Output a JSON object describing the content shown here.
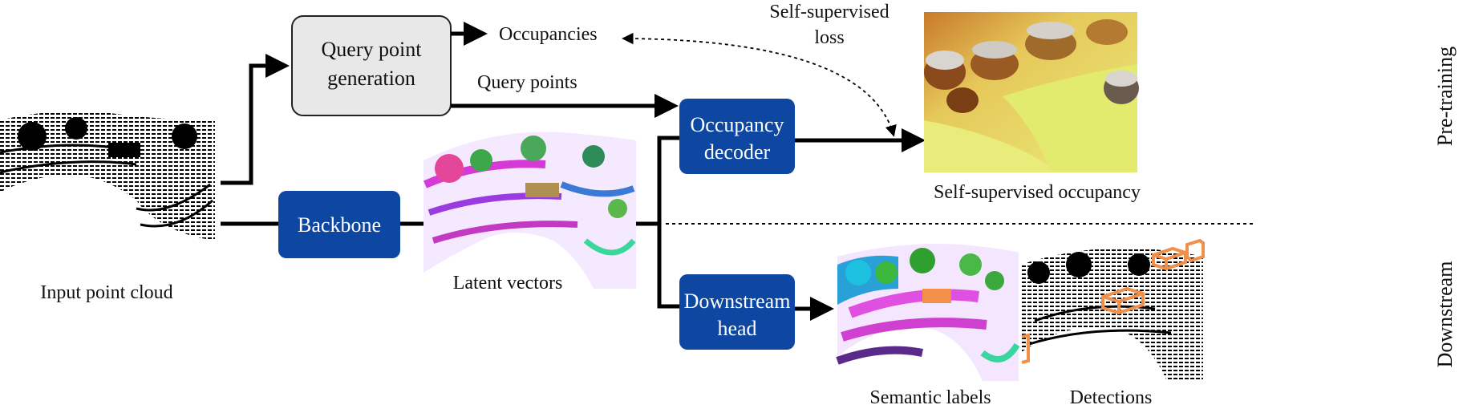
{
  "modules": {
    "query_point_generation": [
      "Query point",
      "generation"
    ],
    "backbone": "Backbone",
    "occupancy_decoder": [
      "Occupancy",
      "decoder"
    ],
    "downstream_head": [
      "Downstream",
      "head"
    ]
  },
  "labels": {
    "input_point_cloud": "Input point cloud",
    "latent_vectors": "Latent vectors",
    "occupancies": "Occupancies",
    "query_points": "Query points",
    "self_supervised_loss": [
      "Self-supervised",
      "loss"
    ],
    "self_supervised_occupancy": "Self-supervised occupancy",
    "semantic_labels": "Semantic labels",
    "detections": "Detections"
  },
  "sections": {
    "pre_training": "Pre-training",
    "downstream": "Downstream"
  },
  "colors": {
    "module_blue": "#0d47a1",
    "module_gray": "#e8e8e8",
    "detection_box": "#f0904a",
    "occupancy_yellow": "#e9ec7a",
    "occupancy_brown": "#8a4a1c"
  },
  "images": {
    "input_point_cloud": "lidar-scan-black",
    "latent_vectors": "lidar-scan-colored-features",
    "self_supervised_occupancy": "rendered-occupancy-surface",
    "semantic_labels": "lidar-scan-semantic-colors",
    "detections": "lidar-scan-with-3d-boxes"
  }
}
